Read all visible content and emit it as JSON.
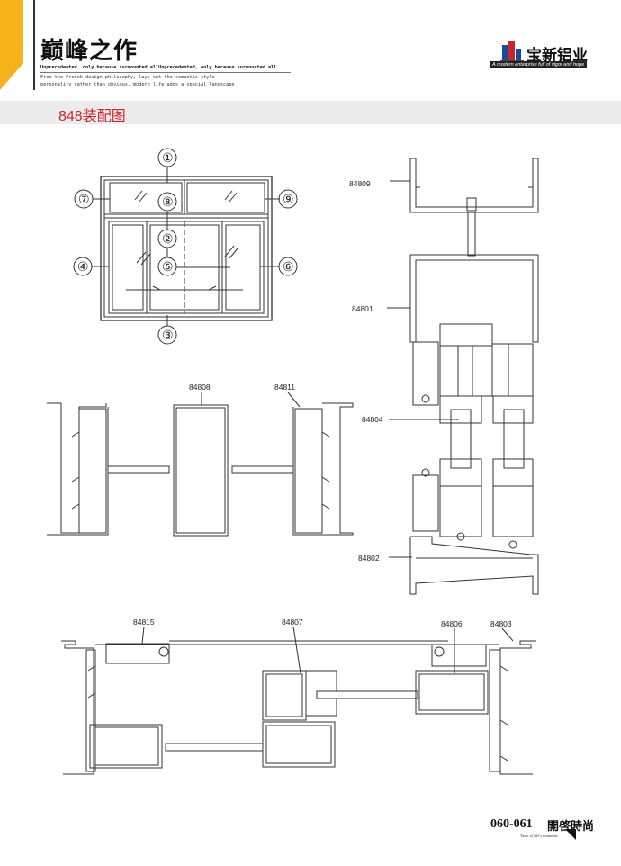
{
  "header": {
    "title": "巅峰之作",
    "tagline": "Unprecedented, only because surmounted allUnprecedented, only because surmounted all",
    "blurb_line1": "From the French design philosophy, lays out the romantic style",
    "blurb_line2": "personality rather than obvious, modern life adds a special landscape",
    "accent_color": "#f5b21a"
  },
  "brand": {
    "name": "宝新铝业",
    "slogan": "A modern enterprise full of vigor and hope",
    "logo_icon": "building-logo-icon"
  },
  "section": {
    "title": "848装配图",
    "title_color": "#c8262d"
  },
  "window_diagram": {
    "callouts": [
      "①",
      "②",
      "③",
      "④",
      "⑤",
      "⑥",
      "⑦",
      "⑧",
      "⑨"
    ]
  },
  "part_labels": {
    "p84809": "84809",
    "p84801": "84801",
    "p84804": "84804",
    "p84802": "84802",
    "p84808": "84808",
    "p84811": "84811",
    "p84815": "84815",
    "p84807": "84807",
    "p84806": "84806",
    "p84803": "84803"
  },
  "footer": {
    "page_number": "060-061",
    "brand": "開啓時尚",
    "sub": "Taste of life's moments"
  }
}
